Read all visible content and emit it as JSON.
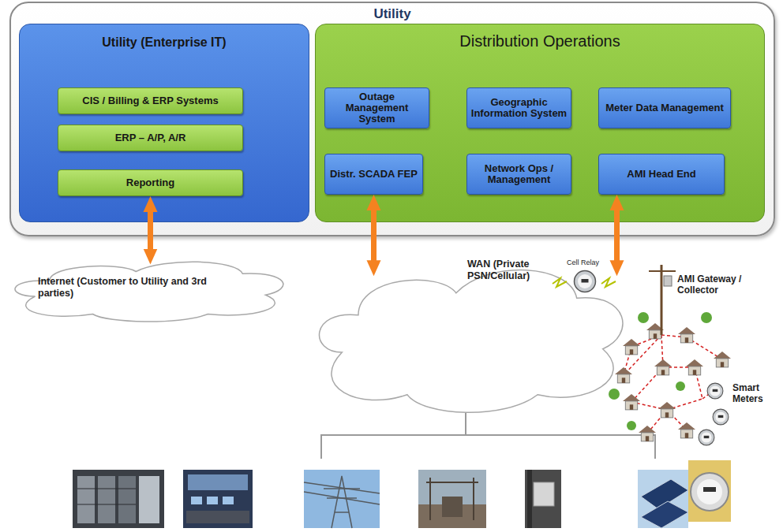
{
  "diagram": {
    "nodes": [
      {
        "text": [
          "Utility"
        ]
      },
      {
        "text": [
          "Utility (Enterprise IT)"
        ],
        "in": 0
      },
      {
        "text": [
          "CIS / Billing & ERP Systems"
        ],
        "in": 1
      },
      {
        "text": [
          "ERP – A/P, A/R"
        ],
        "in": 1
      },
      {
        "text": [
          "Reporting"
        ],
        "in": 1
      },
      {
        "text": [
          "Distribution Operations"
        ],
        "in": 0
      },
      {
        "text": [
          "Outage Management System"
        ],
        "in": 5
      },
      {
        "text": [
          "Geographic Information System"
        ],
        "in": 5
      },
      {
        "text": [
          "Meter Data Management"
        ],
        "in": 5
      },
      {
        "text": [
          "Distr. SCADA FEP"
        ],
        "in": 5
      },
      {
        "text": [
          "Network Ops / Management"
        ],
        "in": 5
      },
      {
        "text": [
          "AMI Head End"
        ],
        "in": 5
      },
      {
        "text": [
          "Internet (Customer to Utility and 3rd parties)"
        ]
      },
      {
        "text": [
          "WAN (Private PSN/Cellular)"
        ]
      }
    ],
    "edges": [
      {
        "from": 4,
        "to": 12,
        "arrow": "both"
      },
      {
        "from": 9,
        "to": 13,
        "arrow": "both"
      },
      {
        "from": 11,
        "to": 13,
        "arrow": "both"
      }
    ],
    "labels": [
      "Cell Relay",
      "AMI Gateway / Collector",
      "Smart Meters"
    ]
  }
}
